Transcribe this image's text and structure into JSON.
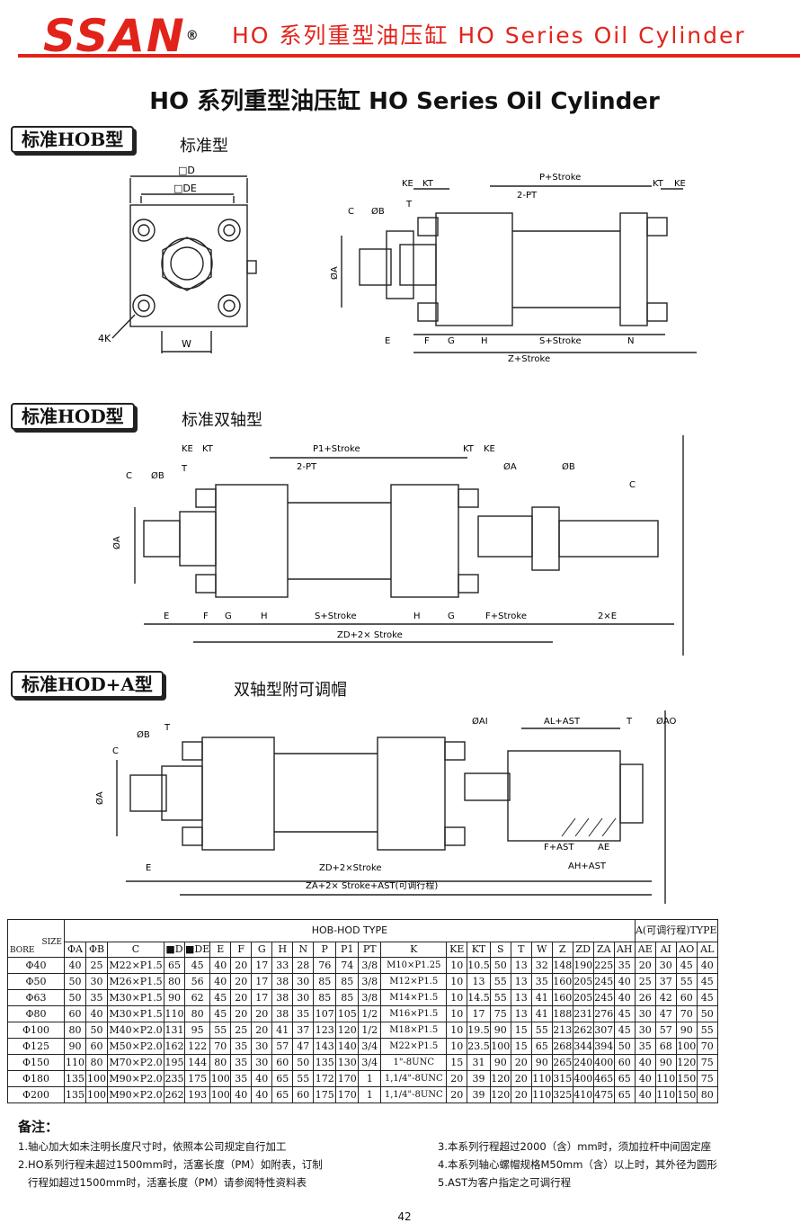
{
  "header": {
    "logo": "SSAN",
    "registered": "®",
    "title": "HO 系列重型油压缸  HO Series Oil Cylinder"
  },
  "main_title": "HO 系列重型油压缸  HO Series Oil Cylinder",
  "sections": [
    {
      "badge": "标准HOB型",
      "subtitle": "标准型"
    },
    {
      "badge": "标准HOD型",
      "subtitle": "标准双轴型"
    },
    {
      "badge": "标准HOD+A型",
      "subtitle": "双轴型附可调帽"
    }
  ],
  "diagram1": {
    "front": {
      "d": "□D",
      "de": "□DE",
      "k": "4K",
      "w": "W"
    },
    "side": {
      "ke": "KE",
      "kt": "KT",
      "t": "T",
      "c": "C",
      "ob": "ØB",
      "oa": "ØA",
      "p": "P+Stroke",
      "pt": "2-PT",
      "kt2": "KT",
      "ke2": "KE",
      "e": "E",
      "f": "F",
      "g": "G",
      "h": "H",
      "s": "S+Stroke",
      "n": "N",
      "z": "Z+Stroke"
    }
  },
  "diagram2": {
    "ke": "KE",
    "kt": "KT",
    "t": "T",
    "c": "C",
    "ob": "ØB",
    "oa": "ØA",
    "p1": "P1+Stroke",
    "pt": "2-PT",
    "kt2": "KT",
    "ke2": "KE",
    "oa2": "ØA",
    "ob2": "ØB",
    "c2": "C",
    "e": "E",
    "f": "F",
    "g": "G",
    "h": "H",
    "s": "S+Stroke",
    "h2": "H",
    "g2": "G",
    "f2": "F+Stroke",
    "e2": "2×E",
    "zd": "ZD+2× Stroke"
  },
  "diagram3": {
    "ob": "ØB",
    "t": "T",
    "c": "C",
    "oa": "ØA",
    "oai": "ØAI",
    "al": "AL+AST",
    "t2": "T",
    "oao": "ØAO",
    "fast": "F+AST",
    "ae": "AE",
    "e": "E",
    "zd": "ZD+2×Stroke",
    "ahast": "AH+AST",
    "za": "ZA+2× Stroke+AST(可调行程)"
  },
  "table": {
    "group_title": "HOB-HOD TYPE",
    "group_title2": "A(可调行程)TYPE",
    "size_label": "SIZE",
    "bore_label": "BORE",
    "columns": [
      "ΦA",
      "ΦB",
      "C",
      "■D",
      "■DE",
      "E",
      "F",
      "G",
      "H",
      "N",
      "P",
      "P1",
      "PT",
      "K",
      "KE",
      "KT",
      "S",
      "T",
      "W",
      "Z",
      "ZD",
      "ZA",
      "AH",
      "AE",
      "AI",
      "AO",
      "AL"
    ],
    "rows": [
      [
        "Φ40",
        "40",
        "25",
        "M22×P1.5",
        "65",
        "45",
        "40",
        "20",
        "17",
        "33",
        "28",
        "76",
        "74",
        "3/8",
        "M10×P1.25",
        "10",
        "10.5",
        "50",
        "13",
        "32",
        "148",
        "190",
        "225",
        "35",
        "20",
        "30",
        "45",
        "40"
      ],
      [
        "Φ50",
        "50",
        "30",
        "M26×P1.5",
        "80",
        "56",
        "40",
        "20",
        "17",
        "38",
        "30",
        "85",
        "85",
        "3/8",
        "M12×P1.5",
        "10",
        "13",
        "55",
        "13",
        "35",
        "160",
        "205",
        "245",
        "40",
        "25",
        "37",
        "55",
        "45"
      ],
      [
        "Φ63",
        "50",
        "35",
        "M30×P1.5",
        "90",
        "62",
        "45",
        "20",
        "17",
        "38",
        "30",
        "85",
        "85",
        "3/8",
        "M14×P1.5",
        "10",
        "14.5",
        "55",
        "13",
        "41",
        "160",
        "205",
        "245",
        "40",
        "26",
        "42",
        "60",
        "45"
      ],
      [
        "Φ80",
        "60",
        "40",
        "M30×P1.5",
        "110",
        "80",
        "45",
        "20",
        "20",
        "38",
        "35",
        "107",
        "105",
        "1/2",
        "M16×P1.5",
        "10",
        "17",
        "75",
        "13",
        "41",
        "188",
        "231",
        "276",
        "45",
        "30",
        "47",
        "70",
        "50"
      ],
      [
        "Φ100",
        "80",
        "50",
        "M40×P2.0",
        "131",
        "95",
        "55",
        "25",
        "20",
        "41",
        "37",
        "123",
        "120",
        "1/2",
        "M18×P1.5",
        "10",
        "19.5",
        "90",
        "15",
        "55",
        "213",
        "262",
        "307",
        "45",
        "30",
        "57",
        "90",
        "55"
      ],
      [
        "Φ125",
        "90",
        "60",
        "M50×P2.0",
        "162",
        "122",
        "70",
        "35",
        "30",
        "57",
        "47",
        "143",
        "140",
        "3/4",
        "M22×P1.5",
        "10",
        "23.5",
        "100",
        "15",
        "65",
        "268",
        "344",
        "394",
        "50",
        "35",
        "68",
        "100",
        "70"
      ],
      [
        "Φ150",
        "110",
        "80",
        "M70×P2.0",
        "195",
        "144",
        "80",
        "35",
        "30",
        "60",
        "50",
        "135",
        "130",
        "3/4",
        "1\"-8UNC",
        "15",
        "31",
        "90",
        "20",
        "90",
        "265",
        "240",
        "400",
        "60",
        "40",
        "90",
        "120",
        "75"
      ],
      [
        "Φ180",
        "135",
        "100",
        "M90×P2.0",
        "235",
        "175",
        "100",
        "35",
        "40",
        "65",
        "55",
        "172",
        "170",
        "1",
        "1,1/4\"-8UNC",
        "20",
        "39",
        "120",
        "20",
        "110",
        "315",
        "400",
        "465",
        "65",
        "40",
        "110",
        "150",
        "75"
      ],
      [
        "Φ200",
        "135",
        "100",
        "M90×P2.0",
        "262",
        "193",
        "100",
        "40",
        "40",
        "65",
        "60",
        "175",
        "170",
        "1",
        "1,1/4\"-8UNC",
        "20",
        "39",
        "120",
        "20",
        "110",
        "325",
        "410",
        "475",
        "65",
        "40",
        "110",
        "150",
        "80"
      ]
    ]
  },
  "notes": {
    "title": "备注：",
    "left": [
      "1.轴心加大如未注明长度尺寸时，依照本公司规定自行加工",
      "2.HO系列行程未超过1500mm时，活塞长度（PM）如附表，订制",
      "   行程如超过1500mm时，活塞长度（PM）请参阅特性资料表"
    ],
    "right": [
      "3.本系列行程超过2000（含）mm时，须加拉杆中间固定座",
      "4.本系列轴心螺帽规格M50mm（含）以上时，其外径为圆形",
      "5.AST为客户指定之可调行程"
    ]
  },
  "page_number": "42"
}
